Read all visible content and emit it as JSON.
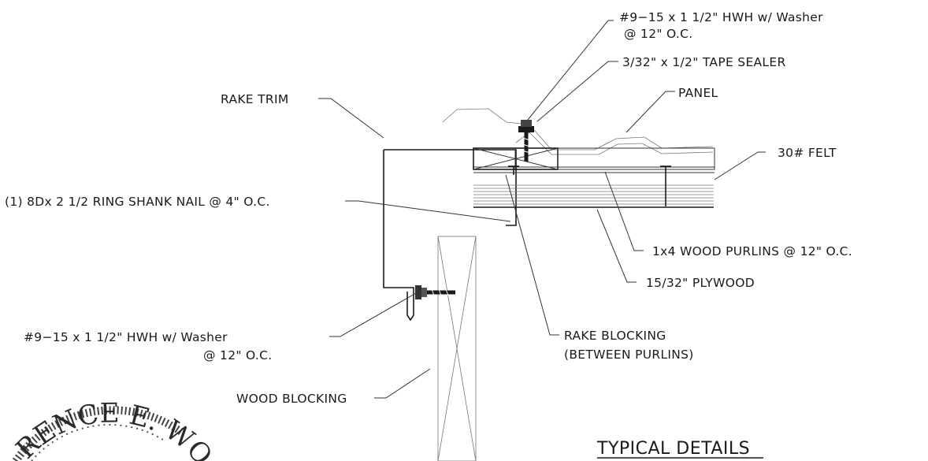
{
  "drawing": {
    "labels": {
      "screw_top_line1": "#9−15 x 1 1/2\" HWH w/ Washer",
      "screw_top_line2": "@ 12\" O.C.",
      "tape_sealer": "3/32\" x 1/2\"  TAPE SEALER",
      "rake_trim": "RAKE TRIM",
      "panel": "PANEL",
      "felt": "30# FELT",
      "nail": "(1) 8Dx 2 1/2 RING SHANK NAIL @ 4\" O.C.",
      "purlins": "1x4 WOOD PURLINS @ 12\" O.C.",
      "plywood": "15/32\" PLYWOOD",
      "screw_side_line1": "#9−15 x 1 1/2\" HWH w/ Washer",
      "screw_side_line2": "@ 12\" O.C.",
      "rake_blocking_line1": "RAKE BLOCKING",
      "rake_blocking_line2": "(BETWEEN PURLINS)",
      "wood_blocking": "WOOD BLOCKING"
    },
    "title": "TYPICAL DETAILS",
    "seal_text": "RENCE E. WO"
  }
}
